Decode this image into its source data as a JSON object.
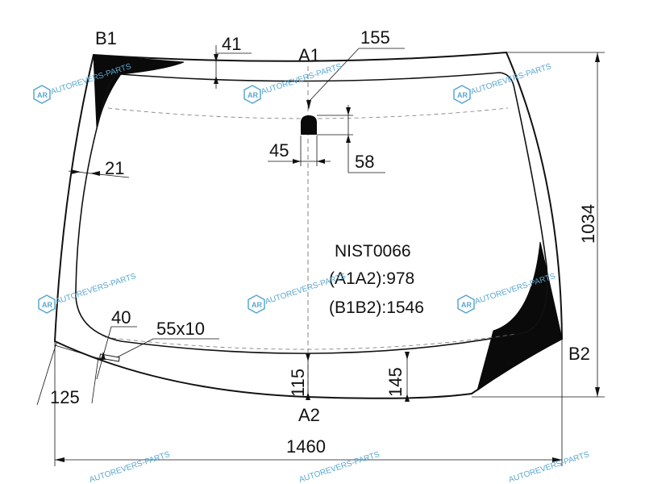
{
  "part_code": "NIST0066",
  "formula_a": "(A1A2):978",
  "formula_b": "(B1B2):1546",
  "points": {
    "a1": "A1",
    "a2": "A2",
    "b1": "B1",
    "b2": "B2"
  },
  "dimensions": {
    "total_width": "1460",
    "total_height": "1034",
    "top_band": "41",
    "sensor_offset": "155",
    "sensor_width": "45",
    "sensor_height": "58",
    "side_band": "21",
    "lower_band": "40",
    "vin_window": "55x10",
    "corner": "125",
    "bottom_band_center": "115",
    "bottom_band_side": "145"
  },
  "watermark": {
    "logo": "AR",
    "text": "AUTOREVERS-PARTS"
  },
  "colors": {
    "glass_fill": "#ffffff",
    "outline": "#111111",
    "ceramic_black": "#0a0a0a",
    "watermark": "#5aa7cf"
  }
}
